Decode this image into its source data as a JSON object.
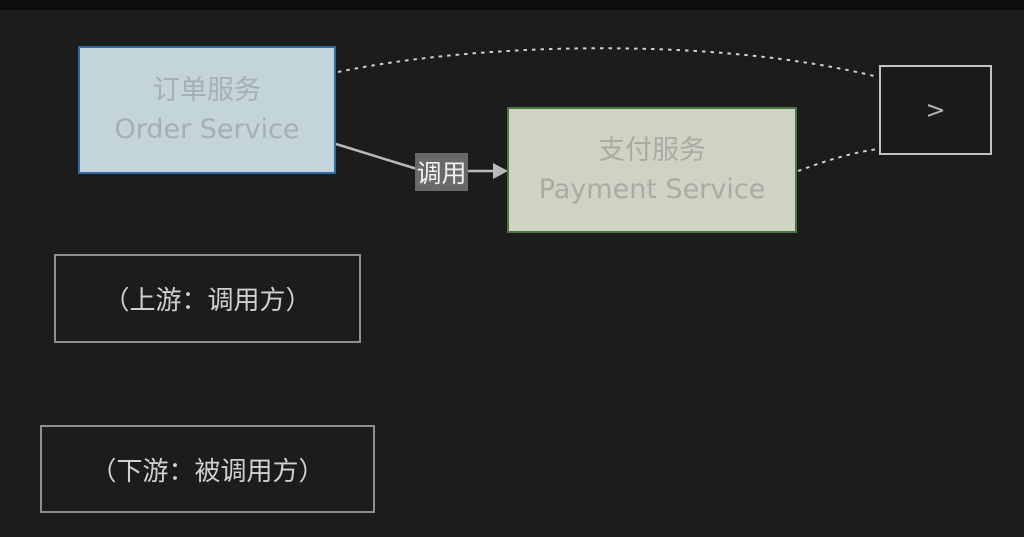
{
  "diagram": {
    "background_color": "#1c1c1c",
    "nodes": {
      "order": {
        "title_zh": "订单服务",
        "title_en": "Order Service",
        "fill_color": "#c3d4db",
        "border_color": "#2d6da3",
        "text_color": "#a6afb3"
      },
      "payment": {
        "title_zh": "支付服务",
        "title_en": "Payment Service",
        "fill_color": "#ced3c4",
        "border_color": "#47793d",
        "text_color": "#a9ada1"
      },
      "next": {
        "symbol": ">",
        "border_color": "#c2c2c2",
        "text_color": "#b5b5b5"
      }
    },
    "edges": {
      "call": {
        "label": "调用",
        "label_background": "#696969",
        "label_text_color": "#f2f2f2",
        "line_color": "#b9b9b9"
      },
      "dotted_loop": {
        "style": "dashed",
        "color": "#d0d0d0"
      }
    },
    "notes": {
      "upstream": "（上游：调用方）",
      "downstream": "（下游：被调用方）",
      "border_color": "#8f8f8f",
      "text_color": "#d0d0d0"
    }
  }
}
